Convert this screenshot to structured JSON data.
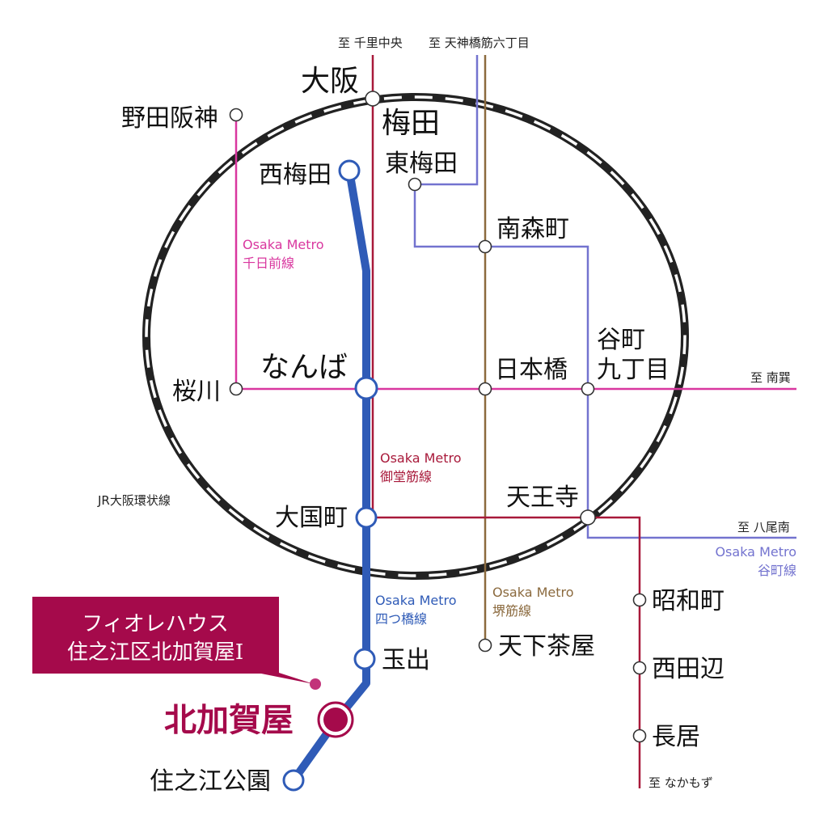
{
  "colors": {
    "midosuji": "#a8193a",
    "yotsubashi": "#2f5bb7",
    "sennichimae": "#d9379f",
    "tanimachi": "#7373cf",
    "sakaisuji": "#8b6a3e",
    "highlight": "#a50a4b",
    "jr_loop": "#222222"
  },
  "directions": {
    "senri_chuo": "至 千里中央",
    "tenjinbashi": "至 天神橋筋六丁目",
    "minami_tatsumi": "至 南巽",
    "yao_minami": "至 八尾南",
    "nakamozu": "至 なかもず"
  },
  "lines": {
    "sennichimae": [
      "Osaka Metro",
      "千日前線"
    ],
    "midosuji": [
      "Osaka Metro",
      "御堂筋線"
    ],
    "yotsubashi": [
      "Osaka Metro",
      "四つ橋線"
    ],
    "sakaisuji": [
      "Osaka Metro",
      "堺筋線"
    ],
    "tanimachi": [
      "Osaka Metro",
      "谷町線"
    ],
    "jr_loop": "JR大阪環状線"
  },
  "stations": {
    "osaka": "大阪",
    "umeda": "梅田",
    "higashi_umeda": "東梅田",
    "nishi_umeda": "西梅田",
    "noda_hanshin": "野田阪神",
    "minami_morimachi": "南森町",
    "namba": "なんば",
    "sakuragawa": "桜川",
    "nippombashi": "日本橋",
    "tanimachi9_1": "谷町",
    "tanimachi9_2": "九丁目",
    "tennoji": "天王寺",
    "daikokucho": "大国町",
    "showacho": "昭和町",
    "nishitanabe": "西田辺",
    "nagai": "長居",
    "tengachaya": "天下茶屋",
    "tamade": "玉出",
    "kitakagaya": "北加賀屋",
    "suminoe_koen": "住之江公園"
  },
  "property": {
    "line1": "フィオレハウス",
    "line2": "住之江区北加賀屋Ⅰ"
  }
}
